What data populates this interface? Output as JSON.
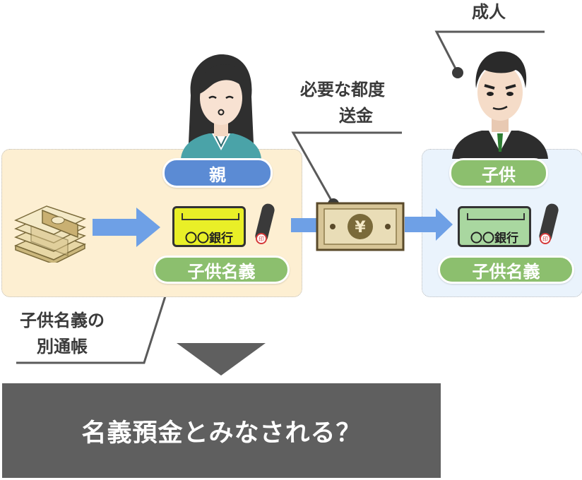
{
  "labels": {
    "adult": "成人",
    "transfer": [
      "必要な都度",
      "送金"
    ],
    "account_note": [
      "子供名義の",
      "別通帳"
    ]
  },
  "parent_side": {
    "role": "親",
    "bank_name": "〇〇銀行",
    "account_holder": "子供名義"
  },
  "child_side": {
    "role": "子供",
    "bank_name": "〇〇銀行",
    "account_holder": "子供名義"
  },
  "banknote_symbol": "¥",
  "conclusion": "名義預金とみなされる？",
  "colors": {
    "parent_pill": "#5b8bd4",
    "green_pill": "#8cbf6e",
    "parent_zone": "#fdefd2",
    "child_zone": "#eaf3fc",
    "arrow": "#6ea0e6",
    "banner": "#5f5f5f",
    "callout_line": "#5a5a5a"
  },
  "icons": [
    "money-bundle-icon",
    "arrow-right-icon",
    "bankbook-icon",
    "hanko-stamp-icon",
    "banknote-icon",
    "down-triangle-icon",
    "mother-icon",
    "adult-man-icon"
  ]
}
